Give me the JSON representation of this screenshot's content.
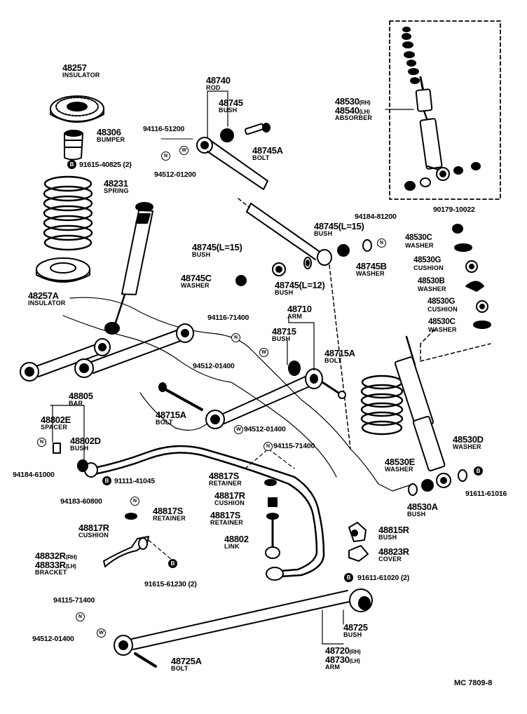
{
  "diagram_code": "MC 7809-8",
  "parts": {
    "insulator_top": {
      "number": "48257",
      "name": "INSULATOR"
    },
    "bumper": {
      "number": "48306",
      "name": "BUMPER"
    },
    "spring": {
      "number": "48231",
      "name": "SPRING"
    },
    "insulator_bottom": {
      "number": "48257A",
      "name": "INSULATOR"
    },
    "rod": {
      "number": "48740",
      "name": "ROD"
    },
    "rod_bush": {
      "number": "48745",
      "name": "BUSH"
    },
    "bolt_a": {
      "number": "48745A",
      "name": "BOLT"
    },
    "absorber": {
      "number_rh": "48530",
      "suffix_rh": "(RH)",
      "number_lh": "48540",
      "suffix_lh": "(LH)",
      "name": "ABSORBER"
    },
    "bush_l15_right": {
      "number": "48745(L=15)",
      "name": "BUSH"
    },
    "bush_l15_left": {
      "number": "48745(L=15)",
      "name": "BUSH"
    },
    "bush_l12": {
      "number": "48745(L=12)",
      "name": "BUSH"
    },
    "washer_b": {
      "number": "48745B",
      "name": "WASHER"
    },
    "washer_c": {
      "number": "48745C",
      "name": "WASHER"
    },
    "washer_530c_top": {
      "number": "48530C",
      "name": "WASHER"
    },
    "cushion_530g_top": {
      "number": "48530G",
      "name": "CUSHION"
    },
    "washer_530b": {
      "number": "48530B",
      "name": "WASHER"
    },
    "cushion_530g_mid": {
      "number": "48530G",
      "name": "CUSHION"
    },
    "washer_530c_mid": {
      "number": "48530C",
      "name": "WASHER"
    },
    "arm_upper": {
      "number": "48710",
      "name": "ARM"
    },
    "arm_bush": {
      "number": "48715",
      "name": "BUSH"
    },
    "bolt_715a_right": {
      "number": "48715A",
      "name": "BOLT"
    },
    "bolt_715a_left": {
      "number": "48715A",
      "name": "BOLT"
    },
    "bar": {
      "number": "48805",
      "name": "BAR"
    },
    "spacer": {
      "number": "48802E",
      "name": "SPACER"
    },
    "bar_bush": {
      "number": "48802D",
      "name": "BUSH"
    },
    "retainer_817s_a": {
      "number": "48817S",
      "name": "RETAINER"
    },
    "cushion_817r_a": {
      "number": "48817R",
      "name": "CUSHION"
    },
    "retainer_817s_b": {
      "number": "48817S",
      "name": "RETAINER"
    },
    "retainer_817s_c": {
      "number": "48817S",
      "name": "RETAINER"
    },
    "cushion_817r_b": {
      "number": "48817R",
      "name": "CUSHION"
    },
    "link": {
      "number": "48802",
      "name": "LINK"
    },
    "bracket": {
      "number_rh": "48832R",
      "suffix_rh": "(RH)",
      "number_lh": "48833R",
      "suffix_lh": "(LH)",
      "name": "BRACKET"
    },
    "bush_815r": {
      "number": "48815R",
      "name": "BUSH"
    },
    "cover": {
      "number": "48823R",
      "name": "COVER"
    },
    "washer_530d": {
      "number": "48530D",
      "name": "WASHER"
    },
    "washer_530e": {
      "number": "48530E",
      "name": "WASHER"
    },
    "bush_530a": {
      "number": "48530A",
      "name": "BUSH"
    },
    "lower_arm_bush": {
      "number": "48725",
      "name": "BUSH"
    },
    "lower_arm": {
      "number_rh": "48720",
      "suffix_rh": "(RH)",
      "number_lh": "48730",
      "suffix_lh": "(LH)",
      "name": "ARM"
    },
    "bolt_725a": {
      "number": "48725A",
      "name": "BOLT"
    }
  },
  "refs": {
    "r1": "91615-40825 (2)",
    "r2": "94116-51200",
    "r3": "94512-01200",
    "r4": "94184-81200",
    "r5": "90179-10022",
    "r6": "94116-71400",
    "r7": "94512-01400",
    "r8": "94512-01400",
    "r9": "94115-71400",
    "r10": "94184-61000",
    "r11": "91111-41045",
    "r12": "94183-60800",
    "r13": "91615-61230 (2)",
    "r14": "91611-61016",
    "r15": "91611-61020 (2)",
    "r16": "94115-71400",
    "r17": "94512-01400"
  },
  "symbols": {
    "nut": "N",
    "washer": "W",
    "bolt": "B"
  }
}
